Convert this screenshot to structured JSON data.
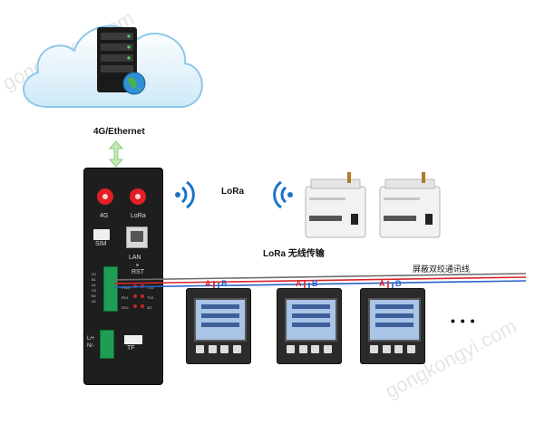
{
  "cloud": {
    "label": "4G/Ethernet"
  },
  "gateway": {
    "antenna_left_label": "4G",
    "antenna_right_label": "LoRa",
    "sim_label": "SIM",
    "lan_label": "LAN",
    "rst_label": "RST",
    "tf_label": "TF",
    "power_labels": [
      "L/+",
      "N/-"
    ],
    "terminal_labels": [
      "G1",
      "B1",
      "A1",
      "G2",
      "B2",
      "A2"
    ],
    "led_labels": [
      "PWR",
      "TX1",
      "RX1",
      "TX2",
      "RX2",
      "3G"
    ]
  },
  "wireless": {
    "lora_label": "LoRa",
    "lora_caption": "LoRa  无线传输"
  },
  "bus": {
    "caption": "屏蔽双绞通讯线",
    "wire_a_label": "A",
    "wire_b_label": "B",
    "wire_a_color": "#d8262c",
    "wire_b_color": "#2a63c8"
  },
  "meters": [
    {
      "id": "meter-1"
    },
    {
      "id": "meter-2"
    },
    {
      "id": "meter-3"
    }
  ],
  "continuation": "• • •",
  "watermark": "gongkongyi.com"
}
